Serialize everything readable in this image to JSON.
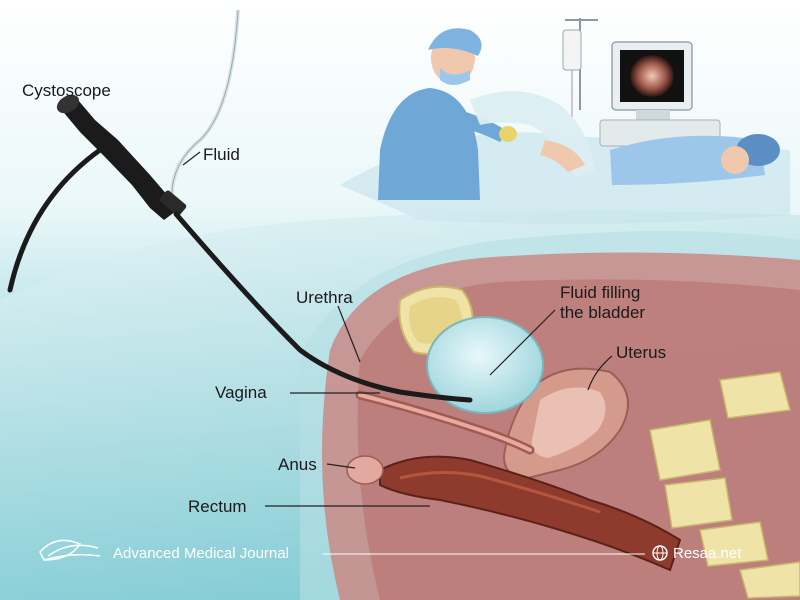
{
  "labels": {
    "cystoscope": "Cystoscope",
    "fluid": "Fluid",
    "urethra": "Urethra",
    "fluid_filling_line1": "Fluid filling",
    "fluid_filling_line2": "the bladder",
    "uterus": "Uterus",
    "vagina": "Vagina",
    "anus": "Anus",
    "rectum": "Rectum"
  },
  "footer": {
    "journal": "Advanced Medical Journal",
    "site": "Resaa.net"
  },
  "colors": {
    "background_top": "#ffffff",
    "background_bottom": "#5fc3cf",
    "tissue": "#c98a86",
    "bladder_fluid": "#bfe6ea",
    "scope": "#1b1b1b"
  }
}
